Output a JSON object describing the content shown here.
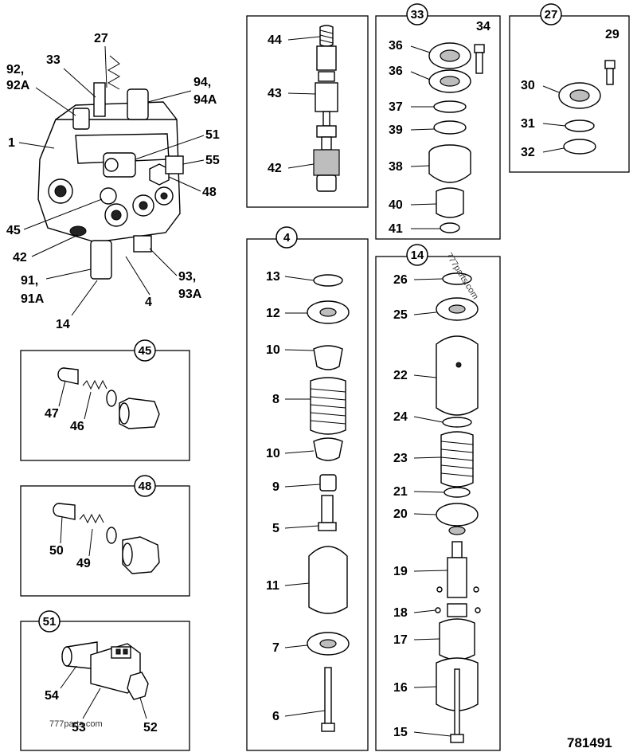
{
  "drawing_number": "781491",
  "watermarks": [
    "777parts.com",
    "777parts.com"
  ],
  "main_assembly": {
    "labels": [
      "27",
      "33",
      "92,",
      "92A",
      "94,",
      "94A",
      "1",
      "51",
      "55",
      "48",
      "45",
      "42",
      "91,",
      "91A",
      "4",
      "93,",
      "93A",
      "14"
    ]
  },
  "detail_44": {
    "labels": [
      "44",
      "43",
      "42"
    ]
  },
  "detail_33": {
    "bubble": "33",
    "labels": [
      "34",
      "36",
      "36",
      "37",
      "39",
      "38",
      "40",
      "41"
    ]
  },
  "detail_27": {
    "bubble": "27",
    "labels": [
      "29",
      "30",
      "31",
      "32"
    ]
  },
  "detail_4": {
    "bubble": "4",
    "labels": [
      "13",
      "12",
      "10",
      "8",
      "10",
      "9",
      "5",
      "11",
      "7",
      "6"
    ]
  },
  "detail_14": {
    "bubble": "14",
    "labels": [
      "26",
      "25",
      "22",
      "24",
      "23",
      "21",
      "20",
      "19",
      "18",
      "17",
      "16",
      "15"
    ]
  },
  "detail_45": {
    "bubble": "45",
    "labels": [
      "47",
      "46"
    ]
  },
  "detail_48": {
    "bubble": "48",
    "labels": [
      "50",
      "49"
    ]
  },
  "detail_51": {
    "bubble": "51",
    "labels": [
      "54",
      "53",
      "52"
    ]
  }
}
